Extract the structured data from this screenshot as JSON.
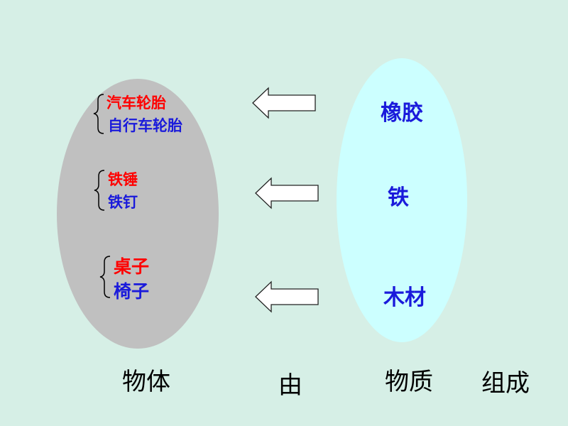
{
  "left_ellipse": {
    "groups": [
      {
        "items": [
          "汽车轮胎",
          "自行车轮胎"
        ]
      },
      {
        "items": [
          "铁锤",
          "铁钉"
        ]
      },
      {
        "items": [
          "桌子",
          "椅子"
        ]
      }
    ]
  },
  "right_ellipse": {
    "materials": [
      "橡胶",
      "铁",
      "木材"
    ]
  },
  "bottom": {
    "objects_label": "物体",
    "from_label": "由",
    "substance_label": "物质",
    "compose_label": "组成"
  },
  "colors": {
    "background": "#d6efe6",
    "left_ellipse_fill": "#c0c0c0",
    "right_ellipse_fill": "#ccffff",
    "first_item": "#ff0000",
    "second_item": "#1a1adb",
    "material_text": "#1a1adb",
    "arrow_fill": "#ffffff"
  }
}
